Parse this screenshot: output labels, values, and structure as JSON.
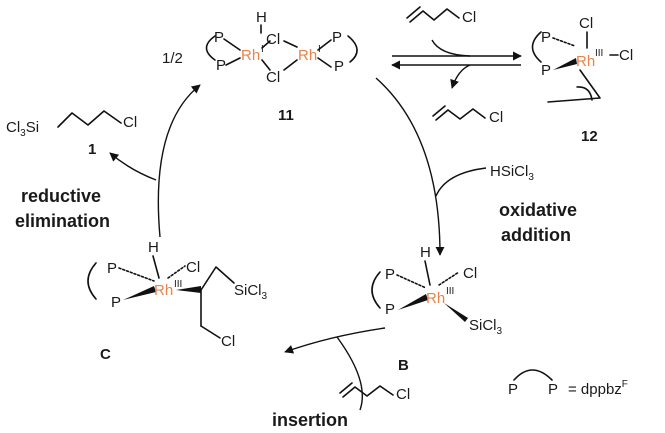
{
  "scheme": {
    "p": "P",
    "rh": "Rh",
    "ox_i": "I",
    "ox_iii": "III",
    "cl": "Cl",
    "h": "H",
    "sicl3": "SiCl",
    "sub3": "3",
    "cl3si": "Cl",
    "cl3si_tail": "Si",
    "hsicl3_prefix": "HSiCl",
    "half": "1/2",
    "compound_11": "11",
    "compound_12": "12",
    "compound_1": "1",
    "compound_B": "B",
    "compound_C": "C",
    "step_reductive": "reductive",
    "step_elimination": "elimination",
    "step_oxidative": "oxidative",
    "step_addition": "addition",
    "step_insertion": "insertion",
    "legend_eq": "= dppbz",
    "legend_sup": "F"
  }
}
